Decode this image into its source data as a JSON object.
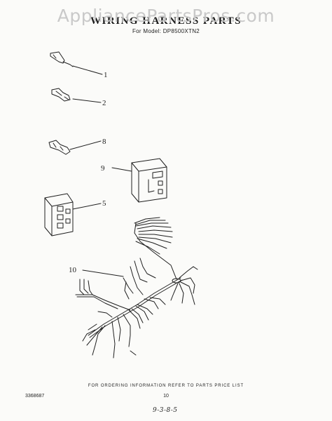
{
  "watermark": "AppliancePartsPros.com",
  "title": "WIRING HARNESS PARTS",
  "model_line": "For Model: DP8500XTN2",
  "callouts": {
    "c1": "1",
    "c2": "2",
    "c8": "8",
    "c9": "9",
    "c5": "5",
    "c10": "10"
  },
  "footer_note": "FOR ORDERING INFORMATION REFER TO PARTS PRICE LIST",
  "document_number": "3368687",
  "page_number": "10",
  "handwritten_date": "9-3-8-5"
}
